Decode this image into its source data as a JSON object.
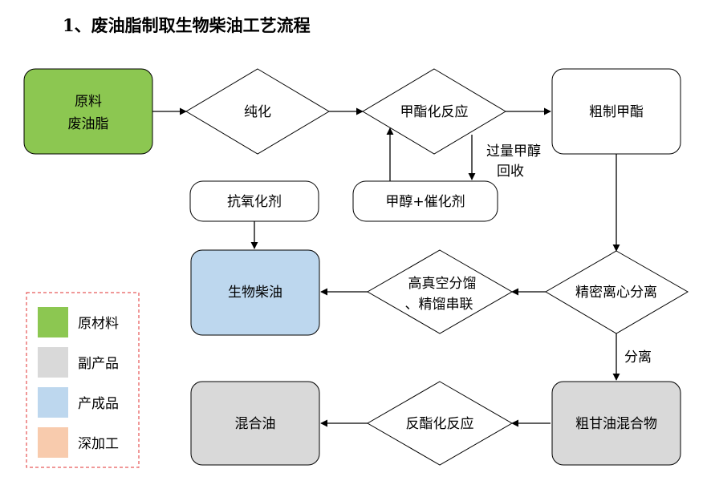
{
  "title": "1、废油脂制取生物柴油工艺流程",
  "colors": {
    "raw_material": "#8CC751",
    "byproduct": "#D9D9D9",
    "product": "#BDD7EE",
    "deep_processing": "#F8CBAD",
    "legend_border": "#E03030"
  },
  "nodes": {
    "raw": [
      "原料",
      "废油脂"
    ],
    "purify": "纯化",
    "transesterify": "甲酯化反应",
    "crude_ester": "粗制甲酯",
    "antioxidant": "抗氧化剂",
    "methanol_catalyst": "甲醇+催化剂",
    "biodiesel": "生物柴油",
    "vacuum_distill": [
      "高真空分馏",
      "、精馏串联"
    ],
    "centrifuge": "精密离心分离",
    "crude_glycerol": "粗甘油混合物",
    "mixed_oil": "混合油",
    "reverse_ester": "反酯化反应"
  },
  "edge_labels": {
    "methanol_recovery": [
      "过量甲醇",
      "回收"
    ],
    "separation": "分离"
  },
  "legend": [
    {
      "label": "原材料",
      "color": "#8CC751"
    },
    {
      "label": "副产品",
      "color": "#D9D9D9"
    },
    {
      "label": "产成品",
      "color": "#BDD7EE"
    },
    {
      "label": "深加工",
      "color": "#F8CBAD"
    }
  ]
}
